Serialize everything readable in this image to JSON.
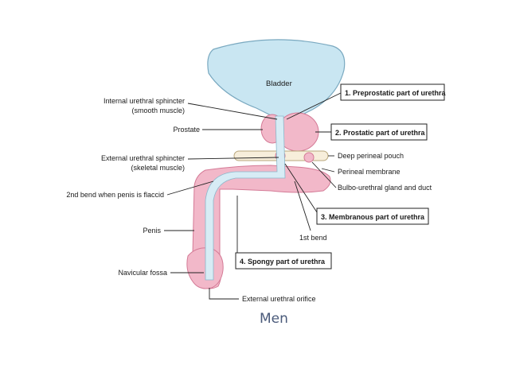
{
  "colors": {
    "bladder_fill": "#c9e6f2",
    "bladder_stroke": "#7aa9c0",
    "pink_fill": "#f2b8c9",
    "pink_stroke": "#d47a96",
    "urethra": "#d7ecf5",
    "membrane_fill": "#f7eedb",
    "caption": "#4a5a7a"
  },
  "organs": {
    "bladder": "Bladder"
  },
  "left_labels": {
    "internal_sphincter_1": "Internal urethral sphincter",
    "internal_sphincter_2": "(smooth muscle)",
    "prostate": "Prostate",
    "external_sphincter_1": "External urethral sphincter",
    "external_sphincter_2": "(skeletal muscle)",
    "second_bend": "2nd bend when penis is flaccid",
    "penis": "Penis",
    "navicular_fossa": "Navicular fossa"
  },
  "right_labels": {
    "deep_perineal_pouch": "Deep perineal pouch",
    "perineal_membrane": "Perineal membrane",
    "bulbo_urethral": "Bulbo-urethral gland and duct",
    "first_bend": "1st bend"
  },
  "bottom_labels": {
    "external_orifice": "External urethral orifice"
  },
  "parts": {
    "preprostatic": "1. Preprostatic part of urethra",
    "prostatic": "2. Prostatic part of urethra",
    "membranous": "3. Membranous part of urethra",
    "spongy": "4. Spongy part of urethra"
  },
  "caption": "Men"
}
